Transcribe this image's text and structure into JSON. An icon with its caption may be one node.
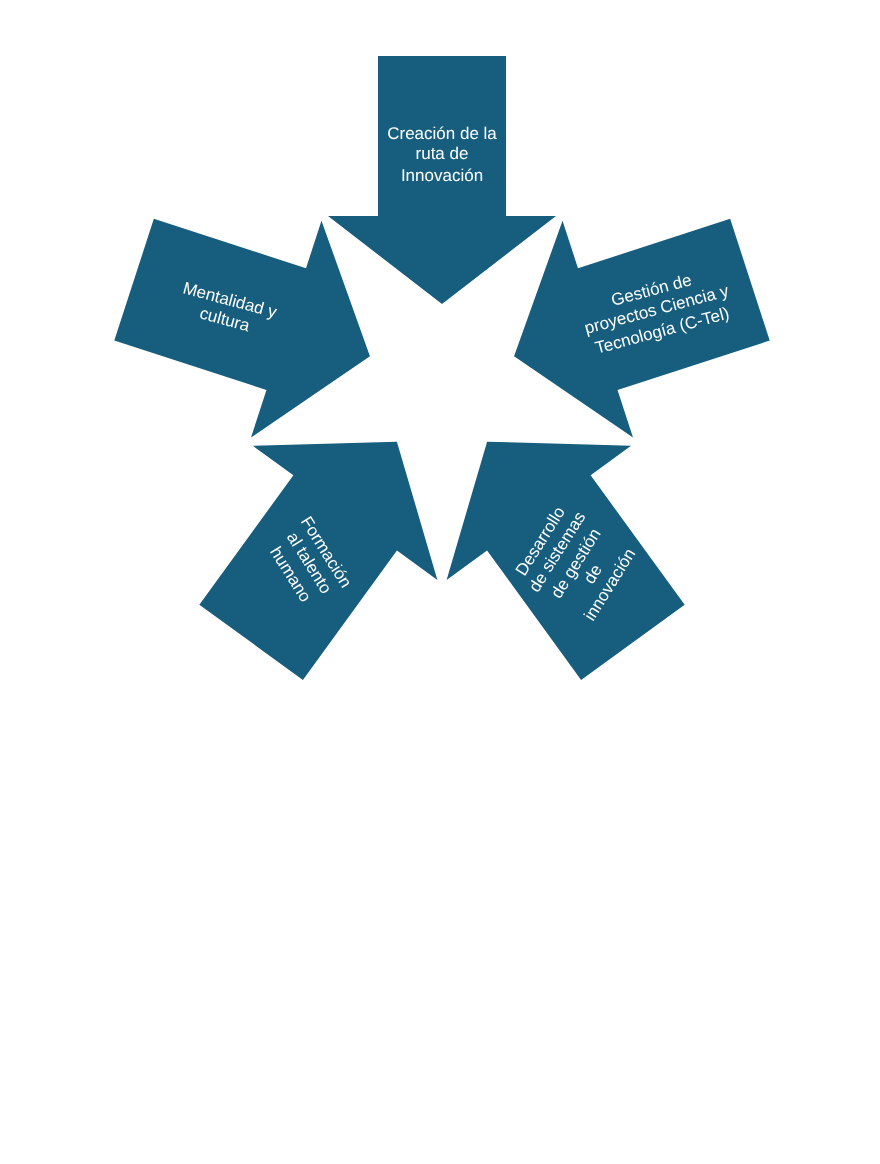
{
  "diagram": {
    "nodes": [
      {
        "text": [
          "Creación de la ruta de Innovación"
        ]
      },
      {
        "text": [
          "Gestión de proyectos Ciencia y Tecnología (C-Tel)"
        ]
      },
      {
        "text": [
          "Desarrollo de sistemas de gestión de innovación"
        ]
      },
      {
        "text": [
          "Formación al talento humano"
        ]
      },
      {
        "text": [
          "Mentalidad y cultura"
        ]
      }
    ]
  }
}
